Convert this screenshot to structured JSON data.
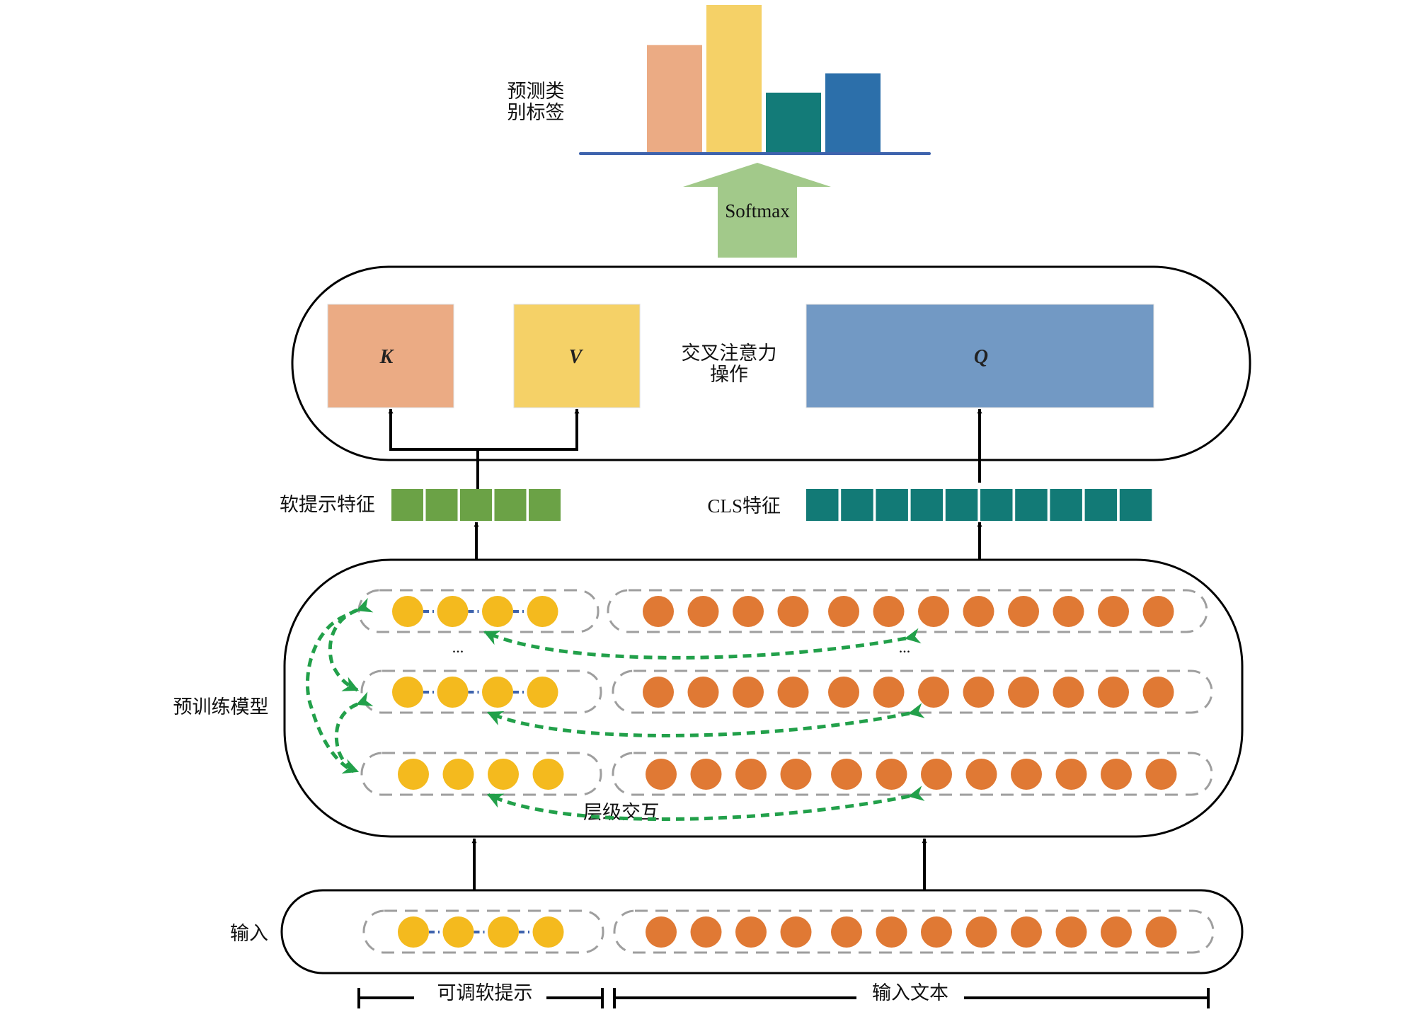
{
  "title": "Soft prompt + CLS cross-attention classification architecture",
  "output": {
    "label_line1": "预测类",
    "label_line2": "别标签",
    "bar_colors": [
      "#EBAB84",
      "#F5D167",
      "#137B78",
      "#2C6FAA"
    ],
    "bar_values": [
      0.73,
      1.0,
      0.41,
      0.54
    ],
    "axis_color": "#3E63AD"
  },
  "softmax": {
    "label": "Softmax",
    "color": "#A2C98A"
  },
  "attention": {
    "k_label": "K",
    "v_label": "V",
    "q_label": "Q",
    "op_line1": "交叉注意力",
    "op_line2": "操作",
    "k_color": "#EBAB84",
    "v_color": "#F5D167",
    "q_color": "#7299C4"
  },
  "features": {
    "soft_label": "软提示特征",
    "soft_count": 5,
    "soft_color": "#6BA246",
    "cls_label": "CLS特征",
    "cls_count": 10,
    "cls_color": "#127A76"
  },
  "model": {
    "label": "预训练模型",
    "ellipsis": "...",
    "interaction_label": "层级交互",
    "prompt_tokens": 4,
    "text_tokens": 12,
    "prompt_color": "#F4BA1E",
    "text_color": "#E07934",
    "arrow_color": "#22A04A"
  },
  "input": {
    "label": "输入",
    "prompt_span": "可调软提示",
    "text_span": "输入文本"
  }
}
